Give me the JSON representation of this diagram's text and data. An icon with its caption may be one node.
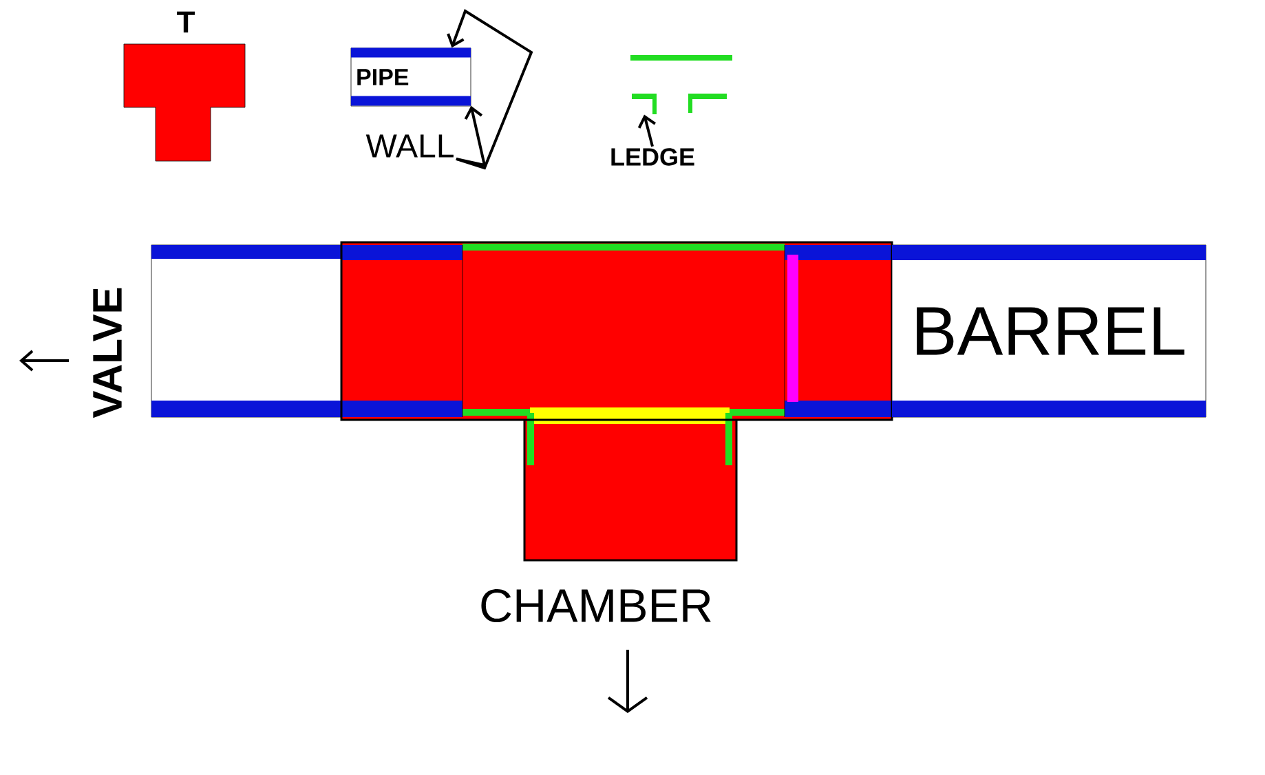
{
  "diagram": {
    "nodes": [
      {
        "text": [
          "T"
        ]
      },
      {
        "text": [
          "PIPE"
        ]
      },
      {
        "text": [],
        "shape": "bar",
        "in": 1
      },
      {
        "text": [],
        "shape": "bar",
        "in": 1
      },
      {
        "text": [
          "WALL"
        ]
      },
      {
        "text": [],
        "shape": "bar"
      },
      {
        "text": [
          "LEDGE"
        ]
      },
      {
        "text": [
          "BARREL"
        ]
      }
    ],
    "edges": [
      {
        "from": 4,
        "to": 2,
        "arrow": "to"
      },
      {
        "from": 4,
        "to": 3,
        "arrow": "to"
      },
      {
        "from": 6,
        "to": 5,
        "arrow": "to"
      }
    ],
    "labels": [
      "VALVE",
      "CHAMBER"
    ]
  }
}
